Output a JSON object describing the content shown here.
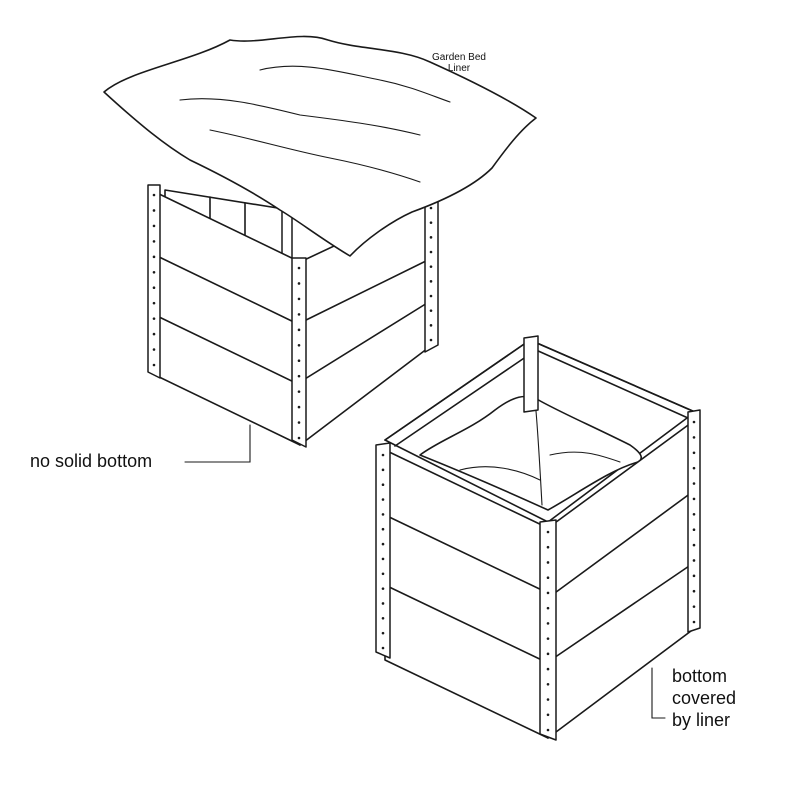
{
  "labels": {
    "liner_line1": "Garden Bed",
    "liner_line2": "Liner",
    "no_solid_bottom": "no solid bottom",
    "covered_line1": "bottom",
    "covered_line2": "covered",
    "covered_line3": "by liner"
  },
  "colors": {
    "line": "#1a1a1a",
    "background": "#ffffff"
  }
}
